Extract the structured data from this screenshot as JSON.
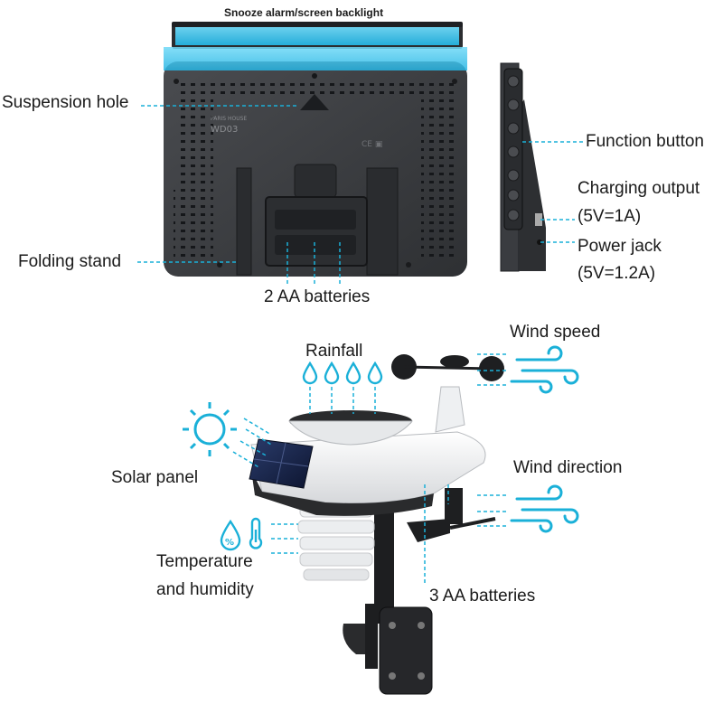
{
  "console": {
    "model_code": "WD03",
    "labels": {
      "top": "Snooze alarm/screen backlight",
      "suspension": "Suspension hole",
      "folding": "Folding stand",
      "batteries": "2 AA batteries",
      "function": "Function button",
      "charging_line1": "Charging output",
      "charging_line2": "(5V=1A)",
      "power_line1": "Power jack",
      "power_line2": "(5V=1.2A)"
    }
  },
  "sensor": {
    "labels": {
      "rainfall": "Rainfall",
      "wind_speed": "Wind speed",
      "solar": "Solar panel",
      "wind_direction": "Wind direction",
      "temp_line1": "Temperature",
      "temp_line2": "and humidity",
      "batteries": "3 AA batteries"
    },
    "humidity_symbol": "%"
  },
  "colors": {
    "accent": "#1ab0d8",
    "backlight": "#3fc6ee",
    "device_body": "#3a3c40",
    "label_text": "#1a1a1a"
  }
}
